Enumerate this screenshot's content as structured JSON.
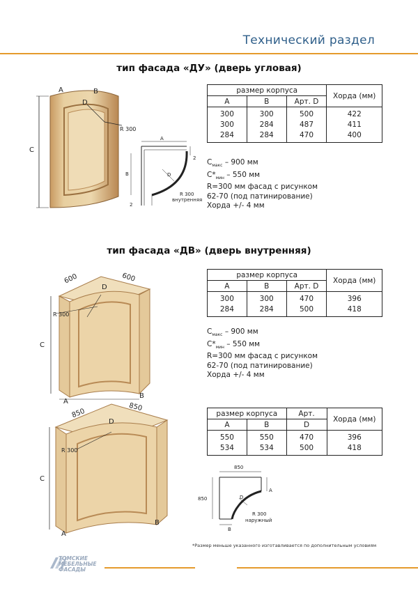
{
  "header": {
    "title": "Технический раздел"
  },
  "section1": {
    "title": "тип фасада «ДУ» (дверь угловая)",
    "table": {
      "group_header": "размер корпуса",
      "col_chord": "Хорда (мм)",
      "cols": [
        "A",
        "B",
        "Арт. D"
      ],
      "rows": [
        [
          "300",
          "300",
          "500",
          "422"
        ],
        [
          "300",
          "284",
          "487",
          "411"
        ],
        [
          "284",
          "284",
          "470",
          "400"
        ]
      ]
    },
    "notes": [
      "С",
      "макс",
      " – 900 мм",
      "С*",
      "мин",
      " – 550 мм",
      "R=300 мм фасад с рисунком",
      "62-70 (под патинирование)",
      "Хорда +/- 4 мм"
    ],
    "labels": {
      "a": "A",
      "b": "B",
      "c": "C",
      "d": "D",
      "r300": "R 300",
      "diag_a": "A",
      "diag_b": "B",
      "diag_d": "D",
      "diag_2a": "2",
      "diag_2b": "2",
      "diag_r300": "R 300",
      "diag_inner": "внутренняя"
    }
  },
  "section2": {
    "title": "тип фасада «ДВ» (дверь внутренняя)",
    "table": {
      "group_header": "размер корпуса",
      "col_chord": "Хорда (мм)",
      "cols": [
        "A",
        "B",
        "Арт. D"
      ],
      "rows": [
        [
          "300",
          "300",
          "470",
          "396"
        ],
        [
          "284",
          "284",
          "500",
          "418"
        ]
      ]
    },
    "notes": [
      "С",
      "макс",
      " – 900 мм",
      "С*",
      "мин",
      " – 550 мм",
      "R=300 мм фасад с рисунком",
      "62-70 (под патинирование)",
      "Хорда +/- 4 мм"
    ],
    "labels": {
      "w1": "600",
      "w2": "600",
      "d": "D",
      "r300": "R 300",
      "c": "C",
      "a": "A",
      "b": "B"
    }
  },
  "section3": {
    "table": {
      "group_header": "размер корпуса",
      "art_header": "Арт.",
      "col_chord": "Хорда (мм)",
      "cols": [
        "A",
        "B",
        "D"
      ],
      "rows": [
        [
          "550",
          "550",
          "470",
          "396"
        ],
        [
          "534",
          "534",
          "500",
          "418"
        ]
      ]
    },
    "labels": {
      "w1": "850",
      "w2": "850",
      "d": "D",
      "r300": "R 300",
      "c": "C",
      "a": "A",
      "b": "B",
      "diag_850a": "850",
      "diag_850b": "850",
      "diag_a": "A",
      "diag_b": "B",
      "diag_d": "D",
      "diag_r300": "R 300",
      "diag_outer": "наружный"
    }
  },
  "footer": {
    "note": "*Размер меньше указанного изготавливается по дополнительным условиям",
    "logo_lines": [
      "ТОМСКИЕ",
      "МЕБЕЛЬНЫЕ",
      "ФАСАДЫ"
    ]
  },
  "colors": {
    "accent": "#e59a2c",
    "title_blue": "#2f5f8a",
    "wood": "#e8d2a8",
    "wood_dark": "#b88a55"
  }
}
